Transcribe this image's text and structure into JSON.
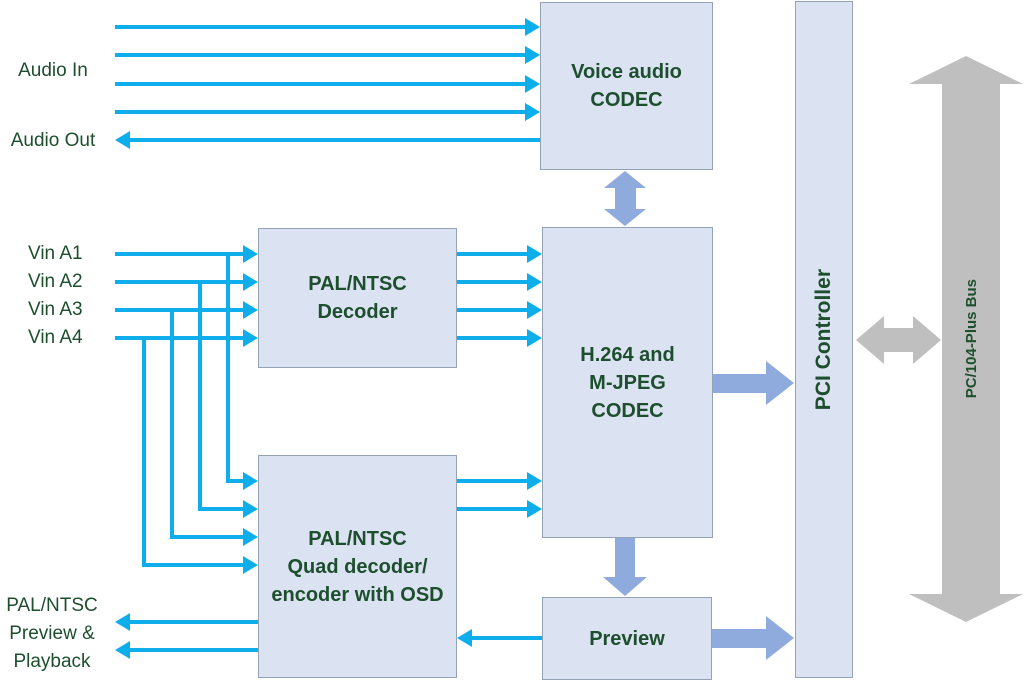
{
  "blocks": {
    "voice_codec": {
      "label_lines": [
        "Voice audio",
        "CODEC"
      ]
    },
    "pal_decoder": {
      "label_lines": [
        "PAL/NTSC",
        "Decoder"
      ]
    },
    "h264_codec": {
      "label_lines": [
        "H.264 and",
        "M-JPEG",
        "CODEC"
      ]
    },
    "quad_decoder": {
      "label_lines": [
        "PAL/NTSC",
        "Quad decoder/",
        "encoder with OSD"
      ]
    },
    "preview": {
      "label": "Preview"
    },
    "pci_controller": {
      "label": "PCI Controller"
    }
  },
  "bus": {
    "label": "PC/104-Plus Bus"
  },
  "io": {
    "audio_in": "Audio In",
    "audio_out": "Audio Out",
    "video_inputs": [
      "Vin A1",
      "Vin A2",
      "Vin A3",
      "Vin A4"
    ],
    "preview_playback": [
      "PAL/NTSC",
      "Preview &",
      "Playback"
    ]
  },
  "colors": {
    "signal_line": "#0daeeb",
    "bus_arrow": "#8faadc",
    "bus_gray": "#bfbfbf",
    "block_fill": "#dbe3f2",
    "block_border": "#93a2b4",
    "text_green": "#1d4e2e"
  }
}
